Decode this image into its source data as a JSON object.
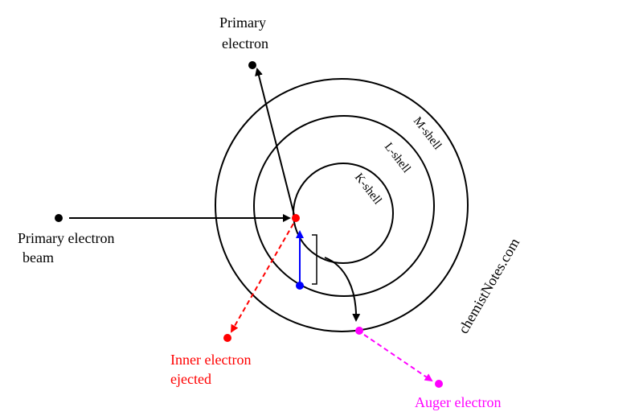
{
  "labels": {
    "primary_electron_line1": "Primary",
    "primary_electron_line2": "electron",
    "primary_beam_line1": "Primary electron",
    "primary_beam_line2": "beam",
    "inner_ejected_line1": "Inner electron",
    "inner_ejected_line2": "ejected",
    "auger_electron": "Auger electron",
    "watermark": "chemistNotes.com"
  },
  "shells": {
    "k": "K-shell",
    "l": "L-shell",
    "m": "M-shell"
  },
  "colors": {
    "line": "#000000",
    "inner_electron": "#ff0000",
    "transition": "#0000ff",
    "auger": "#ff00ff"
  }
}
